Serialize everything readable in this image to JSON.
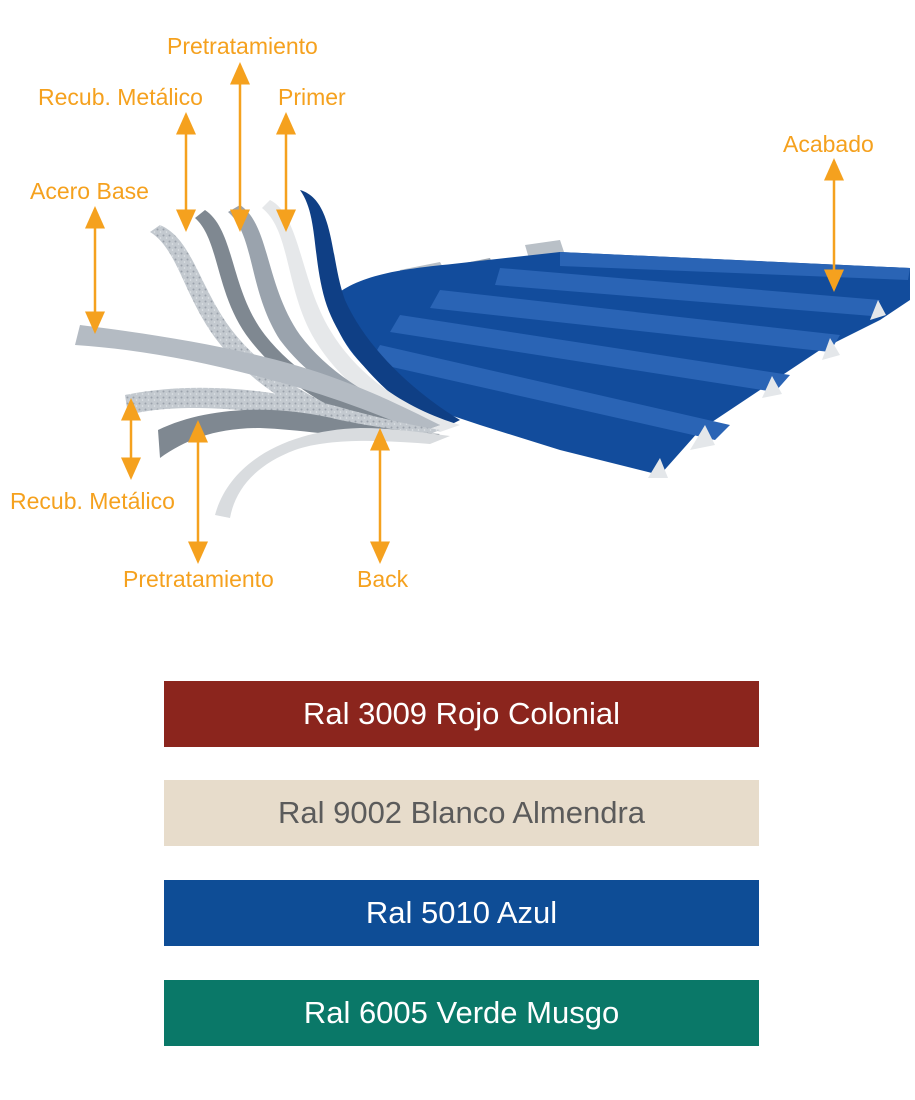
{
  "labels": {
    "pretratamiento_top": "Pretratamiento",
    "recub_metalico_top": "Recub. Metálico",
    "primer": "Primer",
    "acabado": "Acabado",
    "acero_base": "Acero Base",
    "recub_metalico_bottom": "Recub. Metálico",
    "pretratamiento_bottom": "Pretratamiento",
    "back": "Back"
  },
  "colors": {
    "label": "#f5a11e",
    "panel_blue": "#124c9c",
    "panel_gray": "#b7bdc4",
    "galvanized": "#c9ced3",
    "primer_white": "#e6e8ea"
  },
  "swatches": [
    {
      "label": "Ral 3009 Rojo Colonial",
      "bg": "#8b251d",
      "fg": "#ffffff"
    },
    {
      "label": "Ral 9002 Blanco Almendra",
      "bg": "#e7dccb",
      "fg": "#5b5b5b"
    },
    {
      "label": "Ral 5010 Azul",
      "bg": "#0e4d96",
      "fg": "#ffffff"
    },
    {
      "label": "Ral 6005 Verde Musgo",
      "bg": "#0a7868",
      "fg": "#ffffff"
    }
  ]
}
